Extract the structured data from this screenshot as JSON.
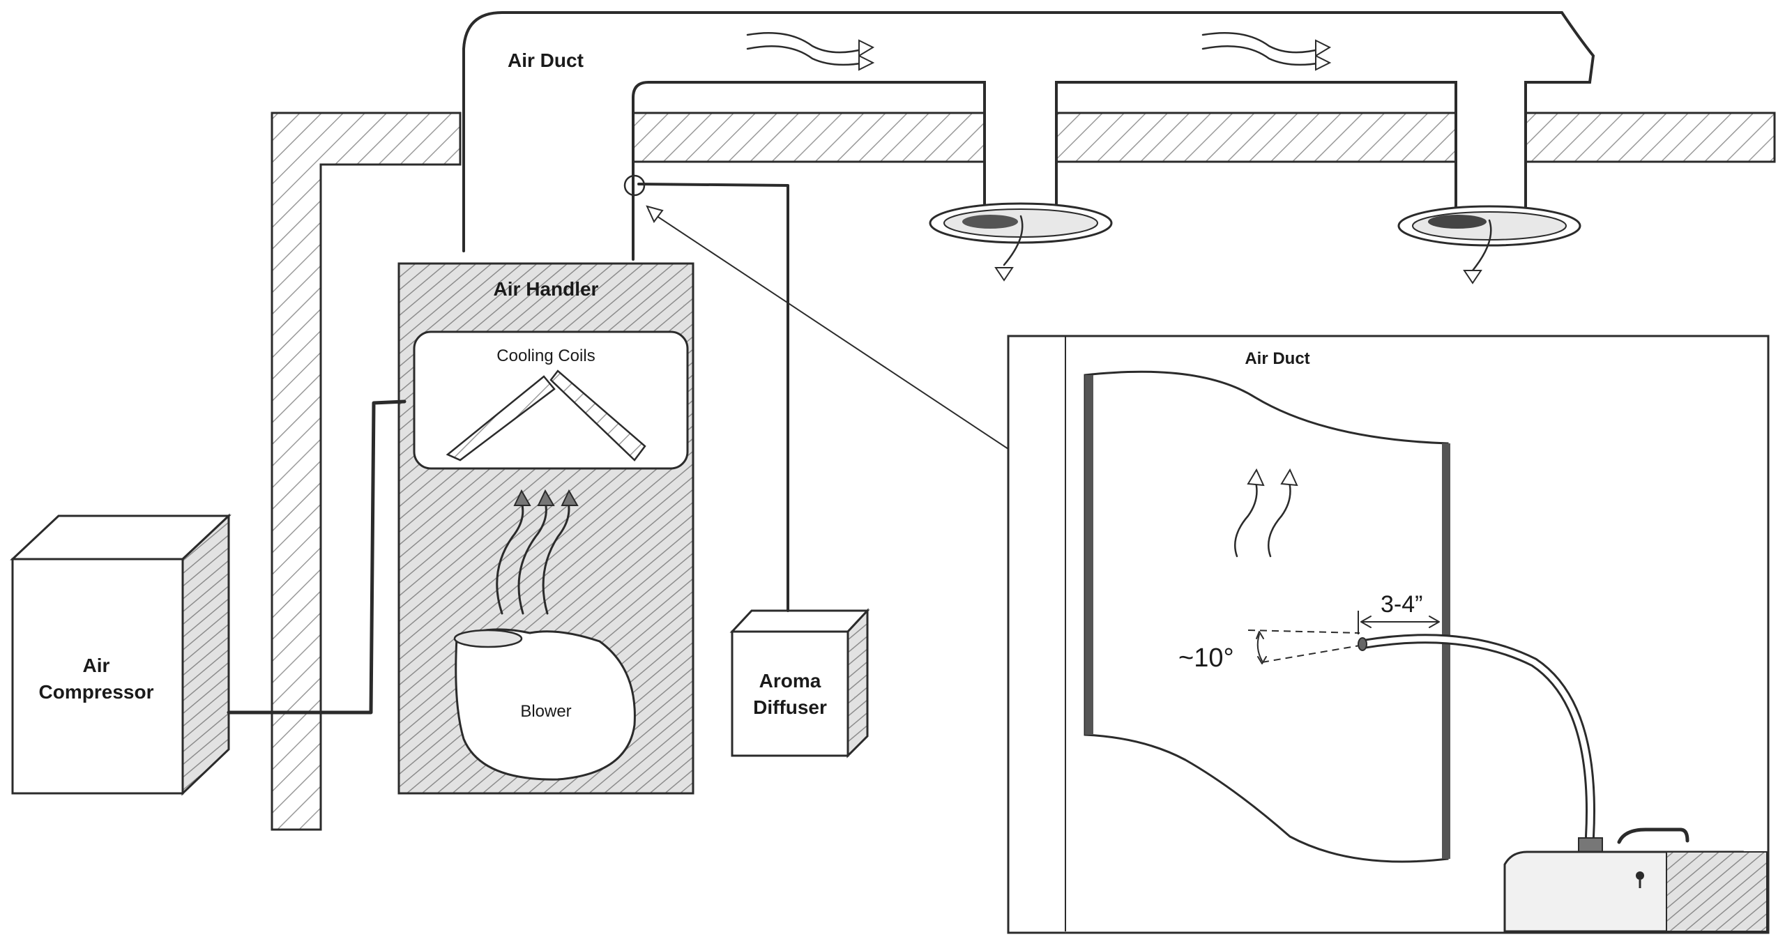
{
  "labels": {
    "air_duct_top": "Air Duct",
    "air_handler": "Air Handler",
    "cooling_coils": "Cooling Coils",
    "blower": "Blower",
    "air_compressor_line1": "Air",
    "air_compressor_line2": "Compressor",
    "aroma_diffuser_line1": "Aroma",
    "aroma_diffuser_line2": "Diffuser",
    "inset_air_duct": "Air Duct",
    "angle": "~10°",
    "distance": "3-4”"
  },
  "colors": {
    "ink": "#2b2b2b",
    "hatch": "#8a8a8a",
    "paper": "#ffffff",
    "shade": "#d9d9d9"
  }
}
